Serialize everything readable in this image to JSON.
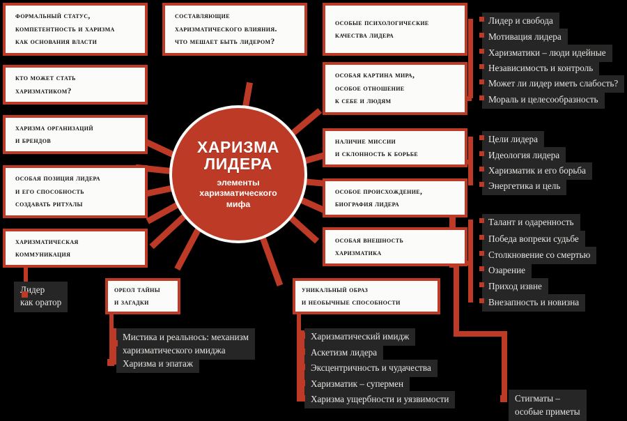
{
  "center": {
    "title": "ХАРИЗМА\nЛИДЕРА",
    "subtitle": "элементы\nхаризматического\nмифа"
  },
  "colors": {
    "accent_red": "#bd3a26",
    "box_fill": "#fbfbf9",
    "label_fill": "#262626",
    "background": "#000000",
    "label_text": "#e8e6e2"
  },
  "main_boxes": [
    {
      "id": "formal-status",
      "text": "Формальный статус,\nкомпетентность и харизма\nкак основания власти"
    },
    {
      "id": "components",
      "text": "Составляющие\nхаризматического влияния.\nЧто мешает быть лидером?"
    },
    {
      "id": "psych-qualities",
      "text": "Особые психологические\nкачества лидера"
    },
    {
      "id": "who-can-become",
      "text": "Кто может стать\nхаризматиком?"
    },
    {
      "id": "worldview",
      "text": "Особая картина мира,\nособое отношение\nк себе и людям"
    },
    {
      "id": "org-brand-charisma",
      "text": "Харизма организаций\nи брендов"
    },
    {
      "id": "mission",
      "text": "Наличие миссии\nи склонность к борьбе"
    },
    {
      "id": "special-position",
      "text": "Особая позиция лидера\nи его способность\nсоздавать ритуалы"
    },
    {
      "id": "origin-biography",
      "text": "Особое происхождение,\nбиография лидера"
    },
    {
      "id": "charismatic-comm",
      "text": "Харизматическая\nкоммуникация"
    },
    {
      "id": "appearance",
      "text": "Особая внешность\nхаризматика"
    },
    {
      "id": "halo-mystery",
      "text": "Ореол тайны\nи загадки"
    },
    {
      "id": "unique-image",
      "text": "Уникальный образ\nи необычные способности"
    }
  ],
  "group_psych_qualities": [
    "Лидер и свобода",
    "Мотивация лидера",
    "Харизматики – люди идейные",
    "Независимость и контроль",
    "Может ли лидер иметь слабость?",
    "Мораль и целесообразность"
  ],
  "group_mission": [
    "Цели лидера",
    "Идеология лидера",
    "Харизматик и его борьба",
    "Энергетика и цель"
  ],
  "group_origin": [
    "Талант и одаренность",
    "Победа вопреки судьбе",
    "Столкновение со смертью",
    "Озарение",
    "Приход извне",
    "Внезапность и новизна"
  ],
  "group_communication": [
    "Лидер\nкак оратор"
  ],
  "group_halo": [
    "Мистика и реальнось: механизм\nхаризматического имиджа",
    "Харизма и эпатаж"
  ],
  "group_unique_image": [
    "Харизматический имидж",
    "Аскетизм лидера",
    "Эксцентричность и чудачества",
    "Харизматик – супермен",
    "Харизма ущербности и уязвимости"
  ],
  "group_appearance": [
    "Стигматы –\nособые приметы"
  ]
}
